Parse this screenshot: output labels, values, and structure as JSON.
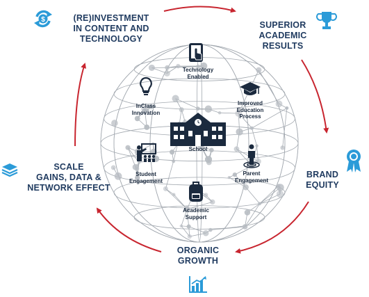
{
  "colors": {
    "accent_blue": "#2b9bd8",
    "arrow_red": "#c8252f",
    "text_dark": "#1f3a5f",
    "icon_dark": "#1b2a3e",
    "network_grey": "#9ea4ab"
  },
  "cycle": [
    {
      "id": "reinvestment",
      "lines": [
        "(RE)INVESTMENT",
        "IN CONTENT AND",
        "TECHNOLOGY"
      ],
      "icon": "reinvestment-dollar-cycle-icon"
    },
    {
      "id": "academic",
      "lines": [
        "SUPERIOR",
        "ACADEMIC",
        "RESULTS"
      ],
      "icon": "trophy-icon"
    },
    {
      "id": "brand",
      "lines": [
        "BRAND",
        "EQUITY"
      ],
      "icon": "award-ribbon-icon"
    },
    {
      "id": "growth",
      "lines": [
        "ORGANIC",
        "GROWTH"
      ],
      "icon": "growth-chart-icon"
    },
    {
      "id": "scale",
      "lines": [
        "SCALE",
        "GAINS, DATA &",
        "NETWORK EFFECT"
      ],
      "icon": "stacked-layers-icon"
    }
  ],
  "hub": [
    {
      "id": "technology",
      "lines": [
        "Technology",
        "Enabled"
      ],
      "icon": "tablet-touch-icon"
    },
    {
      "id": "improved",
      "lines": [
        "Improved",
        "Education",
        "Process"
      ],
      "icon": "graduation-cap-icon"
    },
    {
      "id": "inclass",
      "lines": [
        "InClass",
        "Innovation"
      ],
      "icon": "lightbulb-icon"
    },
    {
      "id": "school",
      "lines": [
        "School"
      ],
      "icon": "school-building-icon"
    },
    {
      "id": "student",
      "lines": [
        "Student",
        "Engagement"
      ],
      "icon": "teacher-board-icon"
    },
    {
      "id": "parent",
      "lines": [
        "Parent",
        "Engagement"
      ],
      "icon": "parent-target-icon"
    },
    {
      "id": "academic_support",
      "lines": [
        "Academic",
        "Support"
      ],
      "icon": "backpack-icon"
    }
  ]
}
